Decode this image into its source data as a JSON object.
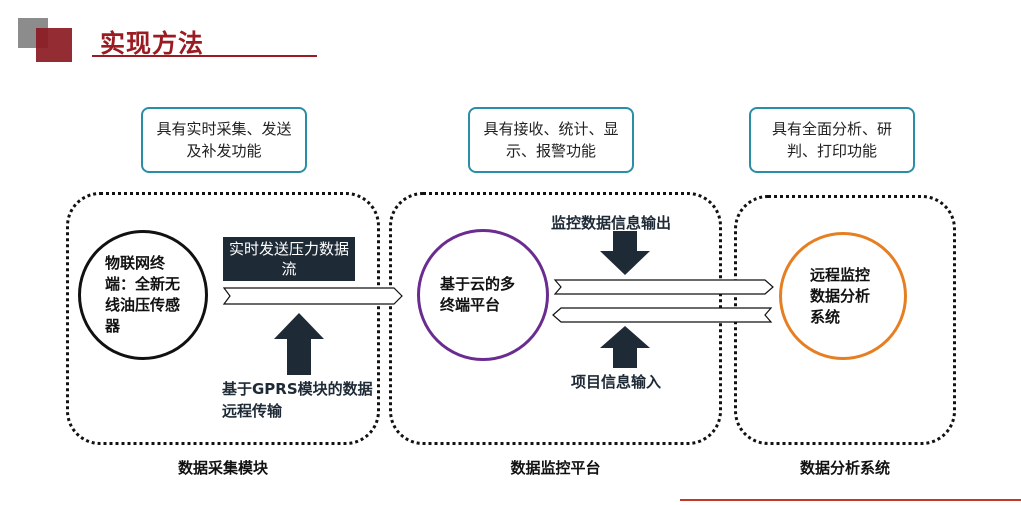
{
  "header": {
    "title": "实现方法"
  },
  "modules": [
    {
      "label": "数据采集模块",
      "feature": "具有实时采集、发送及补发功能",
      "node": "物联网终端：全新无线油压传感器",
      "stream_label": "实时发送压力数据流",
      "transmission": "基于GPRS模块的数据远程传输"
    },
    {
      "label": "数据监控平台",
      "feature": "具有接收、统计、显示、报警功能",
      "node": "基于云的多终端平台",
      "output_label": "监控数据信息输出",
      "input_label": "项目信息输入"
    },
    {
      "label": "数据分析系统",
      "feature": "具有全面分析、研判、打印功能",
      "node": "远程监控数据分析系统"
    }
  ],
  "colors": {
    "accent_red": "#9b1b22",
    "callout_border": "#2a8fa6",
    "platform_circle": "#6a2c91",
    "analysis_circle": "#e67e22",
    "dark": "#1e2a36"
  }
}
